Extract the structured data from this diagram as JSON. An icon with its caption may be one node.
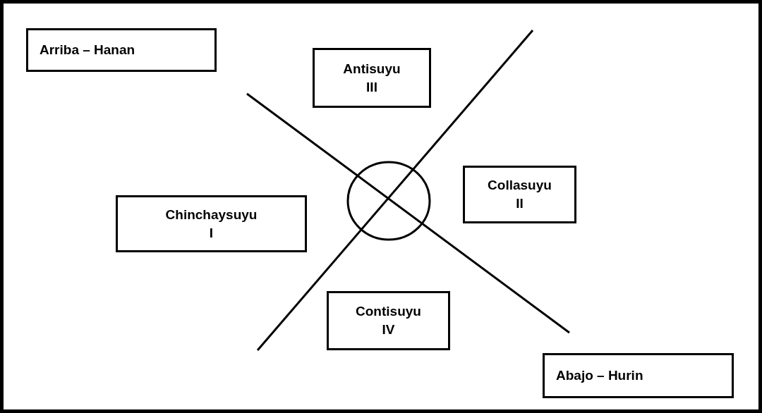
{
  "diagram": {
    "nodes": [
      {
        "text": [
          "Arriba – Hanan"
        ]
      },
      {
        "text": [
          "Antisuyu",
          "III"
        ]
      },
      {
        "text": [
          "Collasuyu",
          "II"
        ]
      },
      {
        "text": [
          "Chinchaysuyu",
          "I"
        ]
      },
      {
        "text": [
          "Contisuyu",
          "IV"
        ]
      },
      {
        "text": [
          "Abajo – Hurin"
        ]
      }
    ]
  }
}
